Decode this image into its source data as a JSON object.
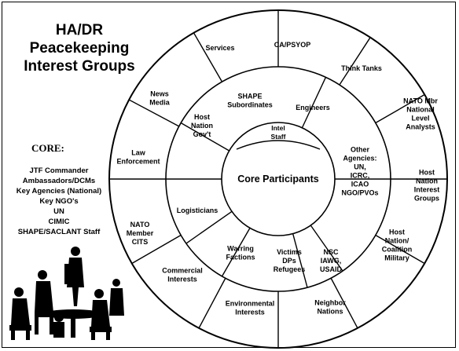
{
  "title": {
    "line1": "HA/DR",
    "line2": "Peacekeeping",
    "line3": "Interest Groups"
  },
  "core_section": {
    "heading": "CORE:",
    "items": [
      "JTF Commander",
      "Ambassadors/DCMs",
      "Key Agencies (National)",
      "Key NGO's",
      "UN",
      "CIMIC",
      "SHAPE/SACLANT Staff"
    ]
  },
  "diagram": {
    "center": "Core Participants",
    "top_arc": [
      "Intel",
      "Staff"
    ],
    "inner_ring": [
      {
        "id": "shape-subordinates",
        "lines": [
          "SHAPE",
          "Subordinates"
        ]
      },
      {
        "id": "engineers",
        "lines": [
          "Engineers"
        ]
      },
      {
        "id": "other-agencies",
        "lines": [
          "Other",
          "Agencies:",
          "UN,",
          "ICRC,",
          "ICAO",
          "NGO/PVOs"
        ]
      },
      {
        "id": "nsc",
        "lines": [
          "NSC",
          "IAWG,",
          "USAID"
        ]
      },
      {
        "id": "victims",
        "lines": [
          "Victims",
          "DPs",
          "Refugees"
        ]
      },
      {
        "id": "warring-factions",
        "lines": [
          "Warring",
          "Factions"
        ]
      },
      {
        "id": "logisticians",
        "lines": [
          "Logisticians"
        ]
      },
      {
        "id": "host-nation-govt",
        "lines": [
          "Host",
          "Nation",
          "Gov't"
        ]
      }
    ],
    "outer_ring": [
      {
        "id": "services",
        "lines": [
          "Services"
        ]
      },
      {
        "id": "ca-psyop",
        "lines": [
          "CA/PSYOP"
        ]
      },
      {
        "id": "think-tanks",
        "lines": [
          "Think Tanks"
        ]
      },
      {
        "id": "nato-mbr-analysts",
        "lines": [
          "NATO Mbr",
          "National",
          "Level",
          "Analysts"
        ]
      },
      {
        "id": "host-nation-interest",
        "lines": [
          "Host",
          "Nation",
          "Interest",
          "Groups"
        ]
      },
      {
        "id": "host-nation-coalition",
        "lines": [
          "Host",
          "Nation/",
          "Coalition",
          "Military"
        ]
      },
      {
        "id": "neighbor-nations",
        "lines": [
          "Neighbor",
          "Nations"
        ]
      },
      {
        "id": "environmental",
        "lines": [
          "Environmental",
          "Interests"
        ]
      },
      {
        "id": "commercial",
        "lines": [
          "Commercial",
          "Interests"
        ]
      },
      {
        "id": "nato-member-cits",
        "lines": [
          "NATO",
          "Member",
          "CITS"
        ]
      },
      {
        "id": "law-enforcement",
        "lines": [
          "Law",
          "Enforcement"
        ]
      },
      {
        "id": "news-media",
        "lines": [
          "News",
          "Media"
        ]
      }
    ]
  }
}
